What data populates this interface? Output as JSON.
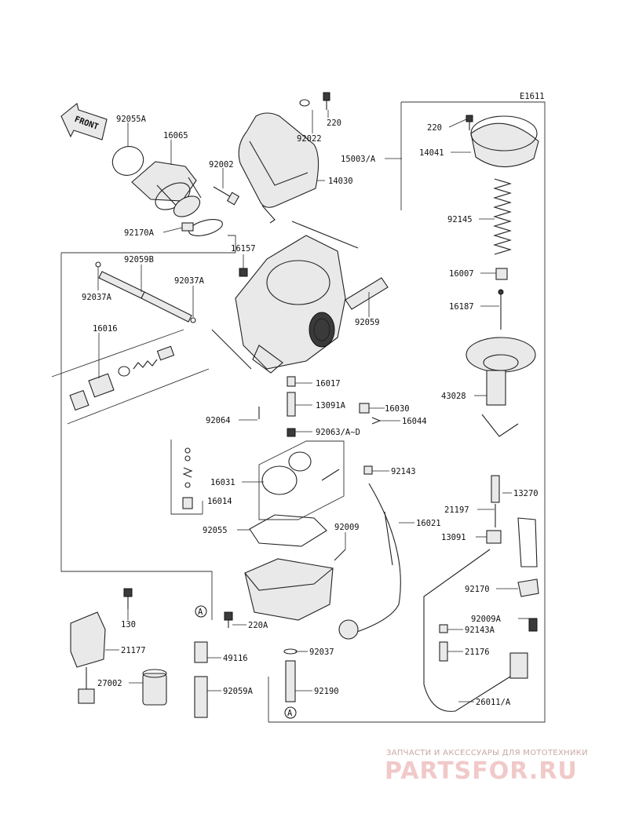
{
  "diagram_code": "E1611",
  "front_arrow_text": "FRONT",
  "labels": {
    "p92055A": "92055A",
    "p16065": "16065",
    "p92002": "92002",
    "p92022": "92022",
    "p220_top": "220",
    "p14030": "14030",
    "p92170A": "92170A",
    "p15003A": "15003/A",
    "p220_right": "220",
    "p14041": "14041",
    "p92145": "92145",
    "p16007": "16007",
    "p16187": "16187",
    "p43028": "43028",
    "p16157": "16157",
    "p92059B": "92059B",
    "p92037A_l": "92037A",
    "p92037A_r": "92037A",
    "p92059": "92059",
    "p16016": "16016",
    "p16017": "16017",
    "p13091A": "13091A",
    "p16030": "16030",
    "p92064": "92064",
    "p16044": "16044",
    "p92063": "92063/A~D",
    "p16031": "16031",
    "p16014": "16014",
    "p92143": "92143",
    "p13270": "13270",
    "p21197": "21197",
    "p16021": "16021",
    "p13091": "13091",
    "p92055": "92055",
    "p92009": "92009",
    "p92170": "92170",
    "p130": "130",
    "p220A": "220A",
    "p92009A": "92009A",
    "p92143A": "92143A",
    "p21177": "21177",
    "p49116": "49116",
    "p92037": "92037",
    "p21176": "21176",
    "p27002": "27002",
    "p92059A": "92059A",
    "p92190": "92190",
    "p26011A": "26011/A"
  },
  "ref_marks": {
    "a_upper": "A",
    "a_lower": "A"
  },
  "watermark": {
    "tagline": "ЗАПЧАСТИ И АКСЕССУАРЫ ДЛЯ МОТОТЕХНИКИ",
    "brand": "PARTSFOR.RU"
  }
}
